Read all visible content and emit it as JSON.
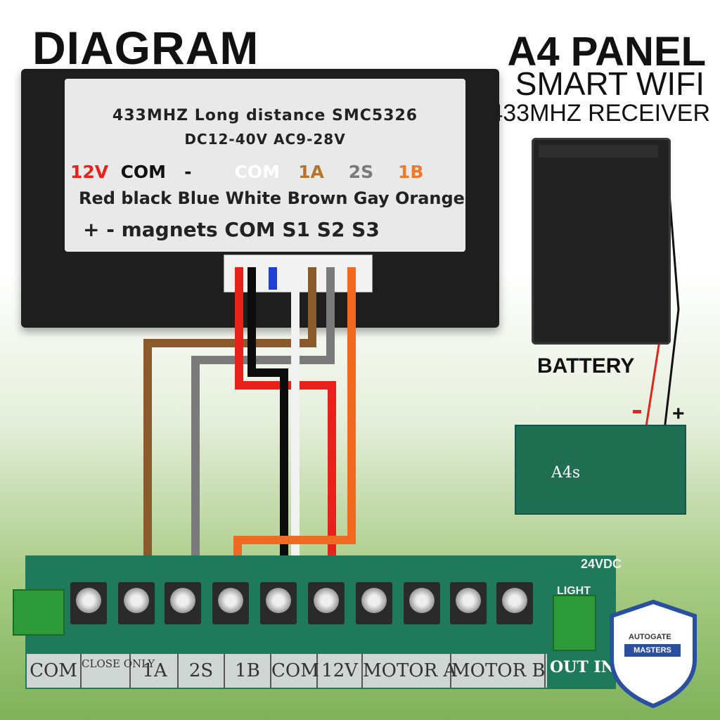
{
  "titles": {
    "diagram": "DIAGRAM",
    "panel_line1": "A4 PANEL",
    "panel_line2": "SMART WIFI",
    "panel_line3": "433MHZ RECEIVER"
  },
  "receiver_label": {
    "line1": "433MHZ Long distance SMC5326",
    "line2": "DC12-40V  AC9-28V",
    "pins": [
      {
        "text": "12V",
        "color": "#e8221b"
      },
      {
        "text": "COM",
        "color": "#111111"
      },
      {
        "text": "-",
        "color": "#111111"
      },
      {
        "text": "COM",
        "color": "#ffffff"
      },
      {
        "text": "1A",
        "color": "#b8742a"
      },
      {
        "text": "2S",
        "color": "#7a7a7a"
      },
      {
        "text": "1B",
        "color": "#f07a2a"
      }
    ],
    "colors_line": "Red black  Blue    White Brown Gay Orange",
    "functions_line": "+   -  magnets COM  S1  S2  S3"
  },
  "battery": {
    "label": "BATTERY",
    "plus": "+"
  },
  "a4_board": {
    "text": "A4s"
  },
  "terminal_strip": {
    "labels": [
      "COM",
      "CLOSE ONLY",
      "1A",
      "2S",
      "1B",
      "COM",
      "12V",
      "MOTOR  A",
      "MOTOR  B",
      "OUT  IN"
    ]
  },
  "board_labels": {
    "voltage": "24VDC",
    "light": "LIGHT"
  },
  "brand": {
    "line1": "AUTOGATE",
    "line2": "MASTERS"
  },
  "wire_colors": {
    "red": "#e8221b",
    "black": "#0c0c0c",
    "blue": "#1f3fd6",
    "white": "#f2f2f2",
    "brown": "#8a5a2b",
    "gray": "#7a7a7a",
    "orange": "#f06a22"
  }
}
